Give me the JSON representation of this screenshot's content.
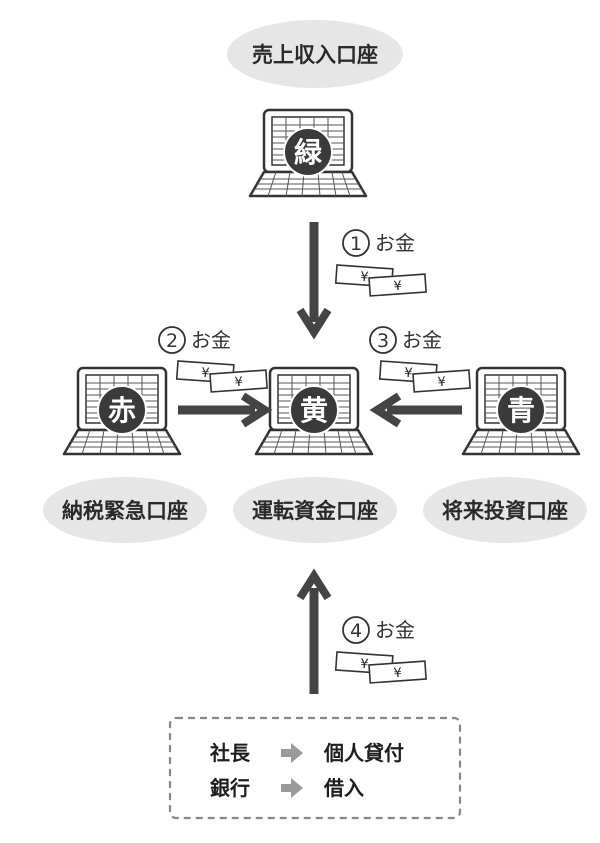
{
  "accounts": {
    "top": {
      "label": "売上収入口座",
      "icon": "緑"
    },
    "left": {
      "label": "納税緊急口座",
      "icon": "赤"
    },
    "center": {
      "label": "運転資金口座",
      "icon": "黄"
    },
    "right": {
      "label": "将来投資口座",
      "icon": "青"
    }
  },
  "flows": [
    {
      "number": "1",
      "label": "お金"
    },
    {
      "number": "2",
      "label": "お金"
    },
    {
      "number": "3",
      "label": "お金"
    },
    {
      "number": "4",
      "label": "お金"
    }
  ],
  "yen_symbol": "¥",
  "sources": [
    {
      "from": "社長",
      "to": "個人貸付"
    },
    {
      "from": "銀行",
      "to": "借入"
    }
  ],
  "colors": {
    "oval": "#e6e6e6",
    "dark": "#3a3a3a",
    "arrow": "#444444",
    "light_arrow": "#9a9a9a"
  }
}
